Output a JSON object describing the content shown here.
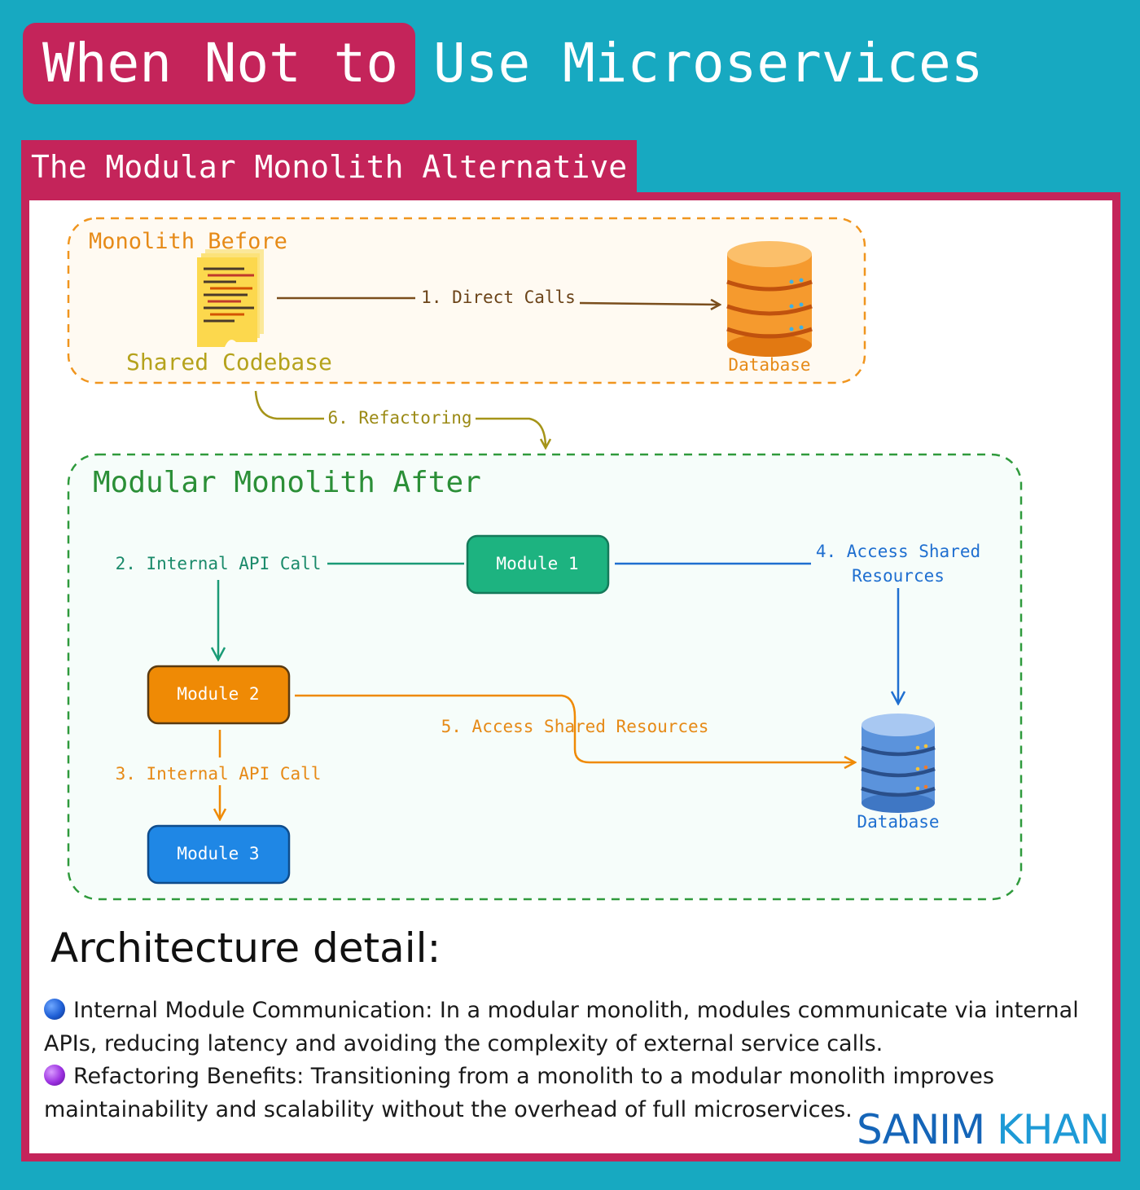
{
  "title": {
    "part1": "When Not to",
    "part2": "Use Microservices"
  },
  "subtitle": "The Modular Monolith Alternative",
  "before": {
    "label": "Monolith Before",
    "codebase_label": "Shared Codebase",
    "database_label": "Database",
    "edge_direct": "1. Direct Calls"
  },
  "edge_refactor": "6. Refactoring",
  "after": {
    "label": "Modular Monolith After",
    "module1": "Module 1",
    "module2": "Module 2",
    "module3": "Module 3",
    "edge_internal_1": "2. Internal API Call",
    "edge_internal_2": "3. Internal API Call",
    "edge_access_4_line1": "4. Access Shared",
    "edge_access_4_line2": "Resources",
    "edge_access_5": "5. Access Shared Resources",
    "database_label": "Database"
  },
  "details": {
    "heading": "Architecture detail:",
    "items": [
      {
        "text": "Internal Module Communication: In a modular monolith, modules communicate via internal APIs, reducing latency and avoiding the complexity of external service calls.",
        "color": "#1f5fd6"
      },
      {
        "text": "Refactoring Benefits: Transitioning from a monolith to a modular monolith improves maintainability and scalability without the overhead of full microservices.",
        "color": "#9b30e0"
      }
    ]
  },
  "brand": {
    "first": "SANIM",
    "last": "KHAN"
  },
  "colors": {
    "background": "#17a9c1",
    "accent": "#c4245a",
    "before_stroke": "#f0951e",
    "after_stroke": "#2f9a3c",
    "module1": "#1db380",
    "module2": "#ef8a05",
    "module3": "#1f87e5",
    "brand_first": "#1565b8",
    "brand_last": "#1e9ad6"
  }
}
